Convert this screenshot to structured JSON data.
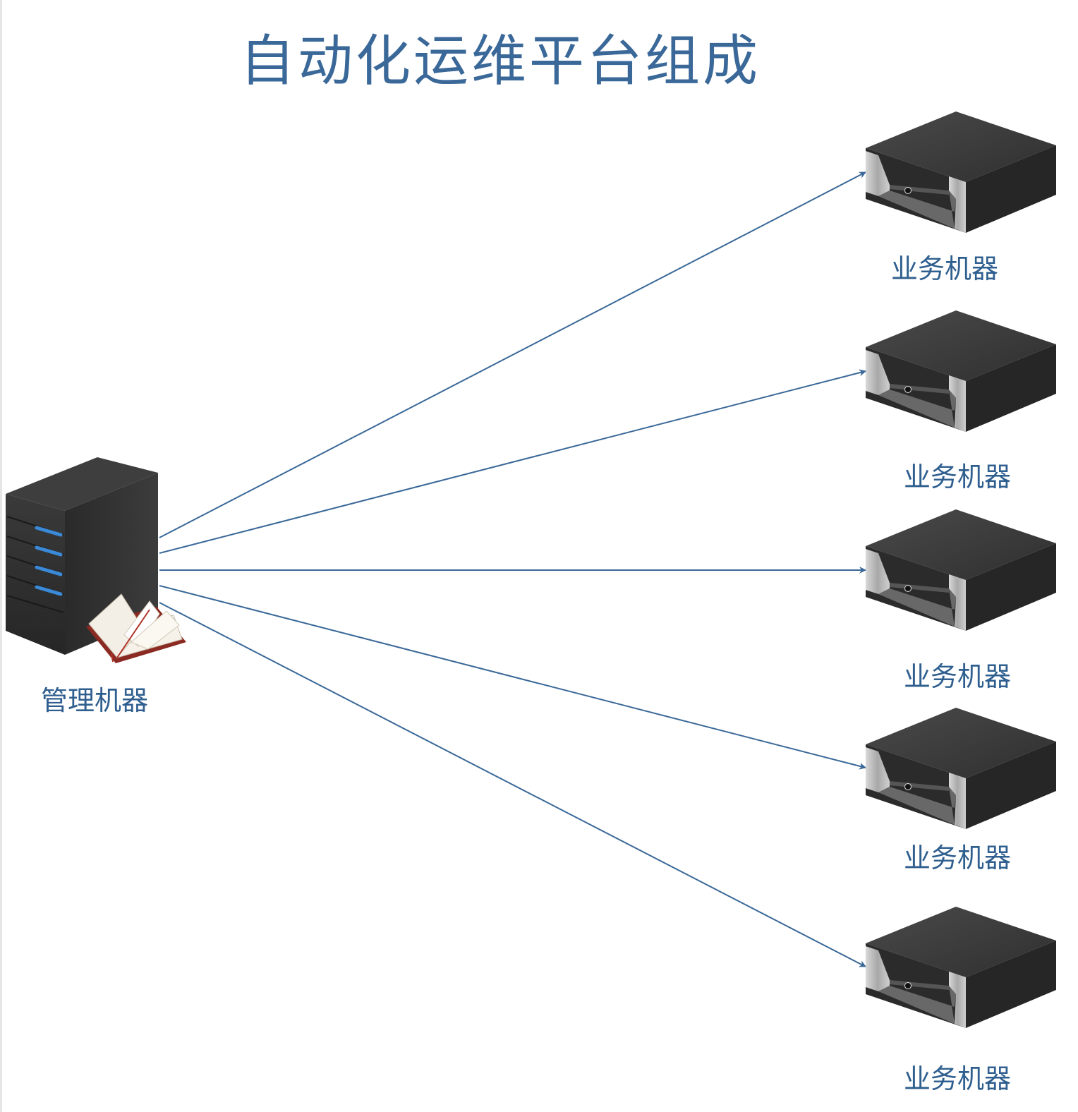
{
  "diagram": {
    "title": "自动化运维平台组成",
    "colors": {
      "title": "#3a6898",
      "arrow": "#3a6898",
      "label": "#2f5f8f",
      "server_dark": "#333333",
      "server_light": "#b8b8b8",
      "led": "#3a8ad8"
    },
    "manager": {
      "label": "管理机器",
      "icon": "tower-server-with-book-icon"
    },
    "business_servers": [
      {
        "label": "业务机器",
        "icon": "rack-server-icon"
      },
      {
        "label": "业务机器",
        "icon": "rack-server-icon"
      },
      {
        "label": "业务机器",
        "icon": "rack-server-icon"
      },
      {
        "label": "业务机器",
        "icon": "rack-server-icon"
      },
      {
        "label": "业务机器",
        "icon": "rack-server-icon"
      }
    ],
    "connections": [
      {
        "from": "管理机器",
        "to": 0
      },
      {
        "from": "管理机器",
        "to": 1
      },
      {
        "from": "管理机器",
        "to": 2
      },
      {
        "from": "管理机器",
        "to": 3
      },
      {
        "from": "管理机器",
        "to": 4
      }
    ]
  }
}
